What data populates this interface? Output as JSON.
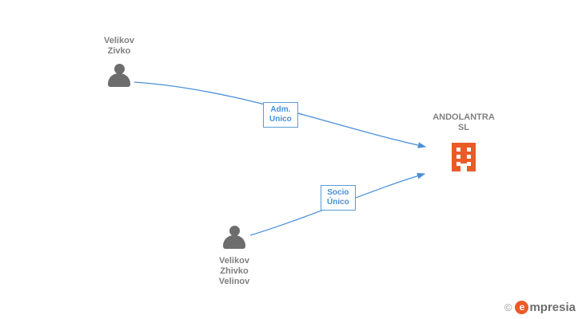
{
  "diagram": {
    "type": "org-relationship-graph",
    "nodes": [
      {
        "id": "person-top",
        "label": "Velikov\nZivko",
        "icon": "person-icon",
        "kind": "person"
      },
      {
        "id": "person-bottom",
        "label": "Velikov\nZhivko\nVelinov",
        "icon": "person-icon",
        "kind": "person"
      },
      {
        "id": "company",
        "label": "ANDOLANTRA\nSL",
        "icon": "building-icon",
        "kind": "company"
      }
    ],
    "edges": [
      {
        "id": "edge-adm",
        "from": "person-top",
        "to": "company",
        "label": "Adm.\nUnico"
      },
      {
        "id": "edge-socio",
        "from": "person-bottom",
        "to": "company",
        "label": "Socio\nÚnico"
      }
    ],
    "colors": {
      "edge": "#4a90d9",
      "label_border": "#5b9bd5",
      "label_text": "#4a90d9",
      "person": "#6d6d6d",
      "company": "#eb5b27",
      "node_text": "#808080"
    }
  },
  "watermark": {
    "copyright": "©",
    "badge": "e",
    "brand": "mpresia"
  }
}
